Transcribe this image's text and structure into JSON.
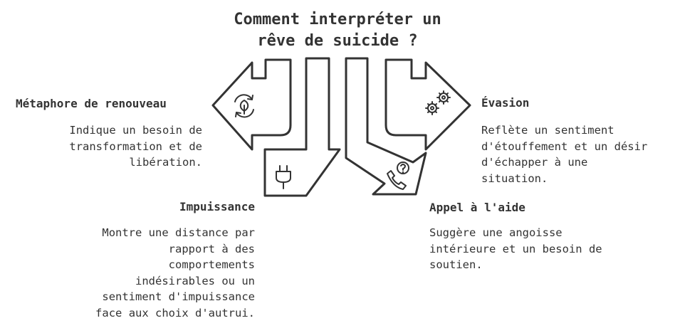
{
  "title": {
    "line1": "Comment interpréter un",
    "line2": "rêve de suicide ?"
  },
  "items": [
    {
      "heading": "Métaphore de renouveau",
      "lines": [
        "Indique un besoin de",
        "transformation et de",
        "libération."
      ],
      "icon": "renewal-icon"
    },
    {
      "heading": "Impuissance",
      "lines": [
        "Montre une distance par",
        "rapport à des",
        "comportements",
        "indésirables ou un",
        "sentiment d'impuissance",
        "face aux choix d'autrui."
      ],
      "icon": "plug-icon"
    },
    {
      "heading": "Évasion",
      "lines": [
        "Reflète un sentiment",
        "d'étouffement et un désir",
        "d'échapper à une",
        "situation."
      ],
      "icon": "gears-icon"
    },
    {
      "heading": "Appel à l'aide",
      "lines": [
        "Suggère une angoisse",
        "intérieure et un besoin de",
        "soutien."
      ],
      "icon": "help-call-icon"
    }
  ]
}
